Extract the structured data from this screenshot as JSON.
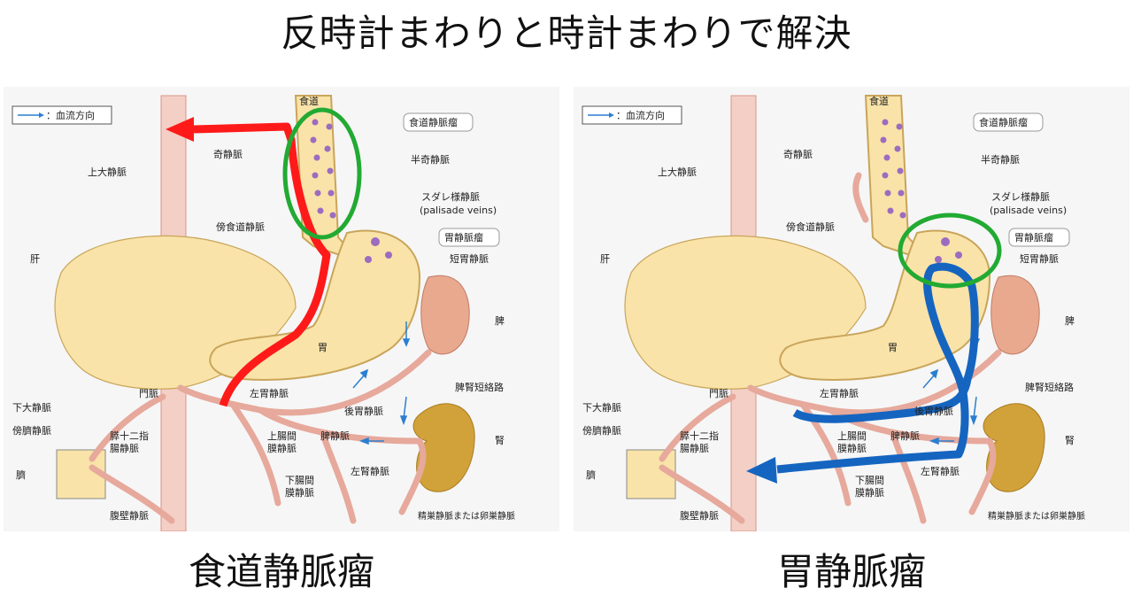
{
  "title": "反時計まわりと時計まわりで解決",
  "captions": {
    "left": "食道静脈瘤",
    "right": "胃静脈瘤"
  },
  "legend": {
    "label": "：血流方向"
  },
  "labels": {
    "esophagus": "食道",
    "esophageal_varix": "食道静脈瘤",
    "azygos": "奇静脈",
    "hemiazygos": "半奇静脈",
    "svc": "上大静脈",
    "palisade": "スダレ様静脈",
    "palisade_en": "(palisade veins)",
    "para_esophageal": "傍食道静脈",
    "gastric_varix": "胃静脈瘤",
    "short_gastric": "短胃静脈",
    "liver": "肝",
    "spleen": "脾",
    "stomach": "胃",
    "portal": "門脈",
    "left_gastric": "左胃静脈",
    "splenorenal": "脾腎短絡路",
    "ivc": "下大静脈",
    "posterior_gastric": "後胃静脈",
    "paraumbilical": "傍臍静脈",
    "pancreaticoduodenal_1": "膵十二指",
    "pancreaticoduodenal_2": "腸静脈",
    "smv_1": "上腸間",
    "smv_2": "膜静脈",
    "splenic": "脾静脈",
    "kidney": "腎",
    "umbilicus": "臍",
    "left_renal": "左腎静脈",
    "imv_1": "下腸間",
    "imv_2": "膜静脈",
    "abdominal_wall": "腹壁静脈",
    "gonadal": "精巣静脈または卵巣静脈"
  },
  "colors": {
    "vein": "#f4cfc6",
    "vein_stroke": "#d9968a",
    "organ": "#f9e3a8",
    "organ_stroke": "#c9a55a",
    "spleen": "#e9a98f",
    "kidney": "#d2a23a",
    "varix": "#9b6cc0",
    "flow_arrow": "#2a7fd0",
    "path_red": "#ff1a1a",
    "path_blue": "#1565c0",
    "circle_green": "#22aa33"
  },
  "highlight_paths": {
    "left": "esophageal varices drained counter-clockwise via left gastric vein to azygos (red)",
    "right": "gastric varices drained clockwise via splenorenal shunt to IVC (blue)"
  }
}
